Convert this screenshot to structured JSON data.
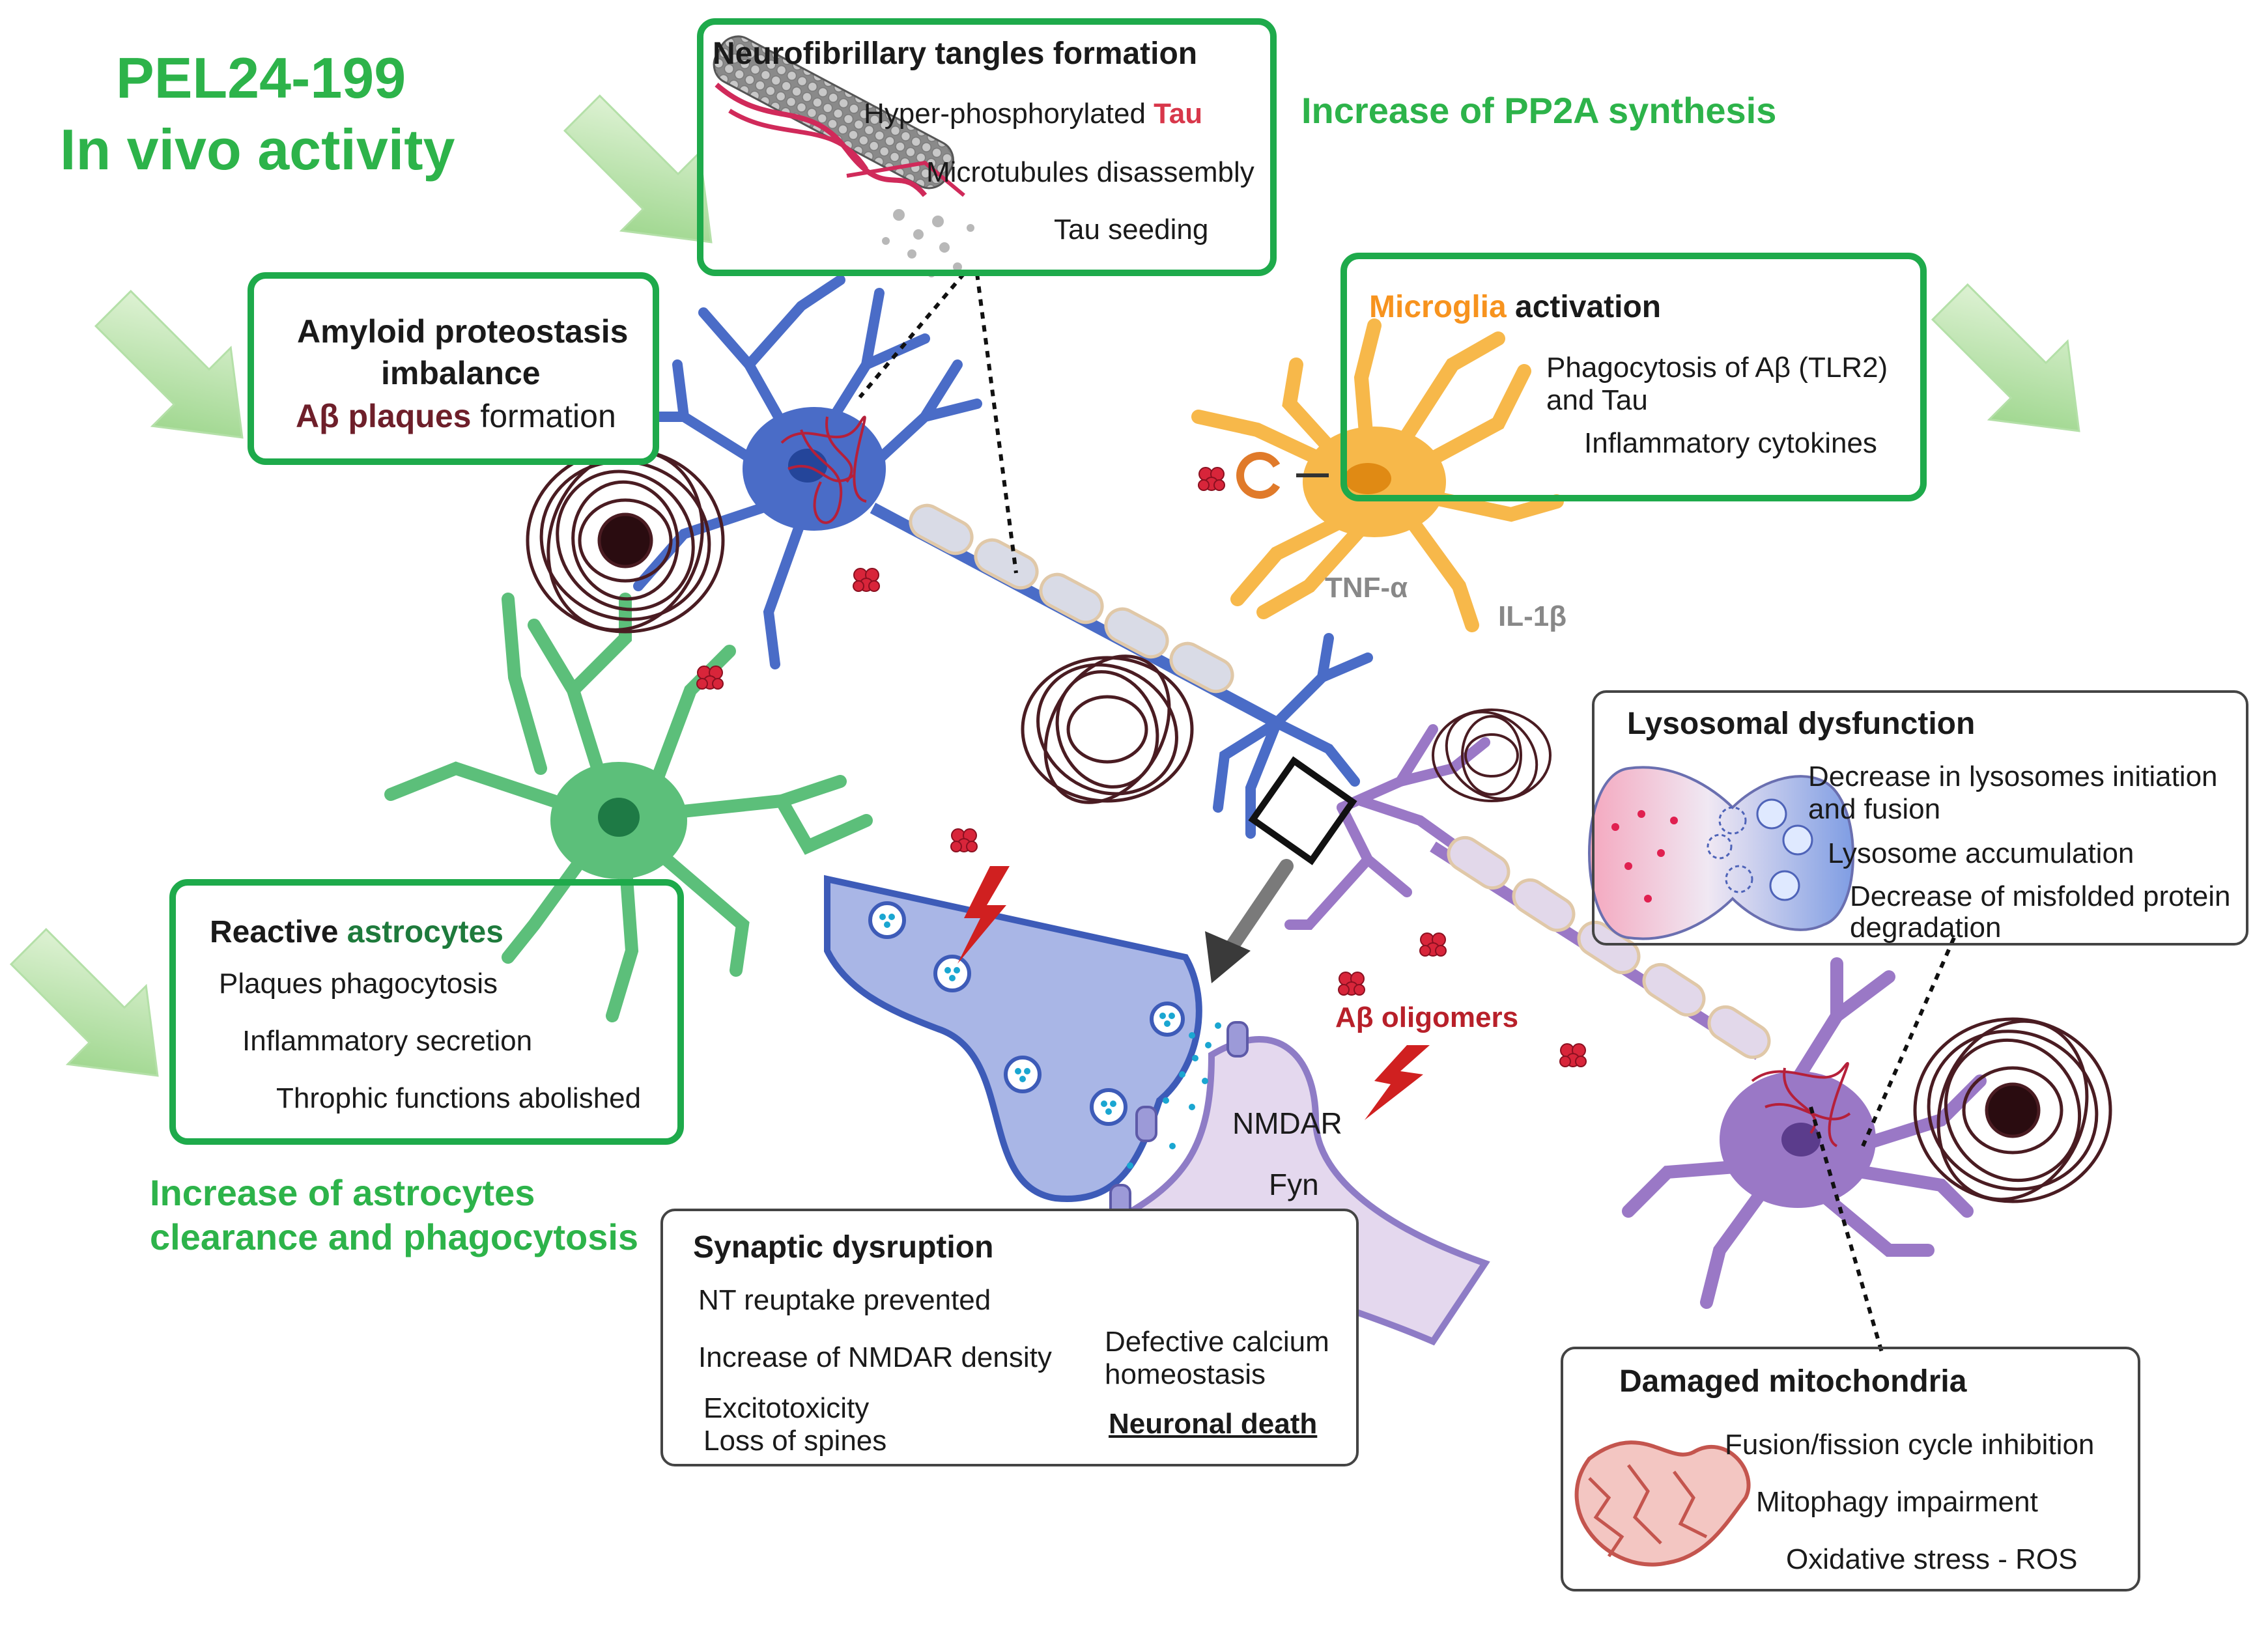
{
  "title": {
    "line1": "PEL24-199",
    "line2": "In vivo activity"
  },
  "colors": {
    "green_accent": "#2db34a",
    "green_box": "#1eaa4b",
    "neuron_blue": "#4a6cc7",
    "neuron_purple": "#9a78c6",
    "microglia_orange": "#f7b84a",
    "astrocyte_green": "#5cbf7a",
    "tau_red": "#d8374a",
    "plaque_maroon": "#4a1c22"
  },
  "effects": {
    "pp2a": "Increase of PP2A synthesis",
    "astro_line1": "Increase of astrocytes",
    "astro_line2": "clearance and phagocytosis"
  },
  "tangles": {
    "title": "Neurofibrillary tangles formation",
    "item1_prefix": "Hyper-phosphorylated ",
    "item1_tau": "Tau",
    "item2": "Microtubules disassembly",
    "item3": "Tau seeding"
  },
  "amyloid": {
    "line1": "Amyloid proteostasis",
    "line2": "imbalance",
    "line3_colored": "Aβ plaques",
    "line3_rest": " formation"
  },
  "microglia": {
    "title_colored": "Microglia",
    "title_rest": " activation",
    "item1_line1": "Phagocytosis of Aβ (TLR2)",
    "item1_line2": "and Tau",
    "item2": "Inflammatory cytokines",
    "tnf": "TNF-α",
    "il1b": "IL-1β"
  },
  "astrocytes": {
    "title_prefix": "Reactive ",
    "title_colored": "astrocytes",
    "item1": "Plaques phagocytosis",
    "item2": "Inflammatory secretion",
    "item3": "Throphic functions abolished"
  },
  "lysosomal": {
    "title": "Lysosomal dysfunction",
    "item1_line1": "Decrease in lysosomes initiation",
    "item1_line2": "and fusion",
    "item2": "Lysosome accumulation",
    "item3_line1": "Decrease of misfolded protein",
    "item3_line2": "degradation"
  },
  "synapse": {
    "title": "Synaptic dysruption",
    "item1": "NT reuptake prevented",
    "item2": "Increase of NMDAR density",
    "item3": "Excitotoxicity",
    "item4": "Loss of spines",
    "item5_line1": "Defective calcium",
    "item5_line2": "homeostasis",
    "item6": "Neuronal death",
    "nmdar": "NMDAR",
    "fyn": "Fyn",
    "oligomers": "Aβ oligomers"
  },
  "mito": {
    "title": "Damaged mitochondria",
    "item1": "Fusion/fission cycle inhibition",
    "item2": "Mitophagy  impairment",
    "item3": "Oxidative stress - ROS"
  }
}
